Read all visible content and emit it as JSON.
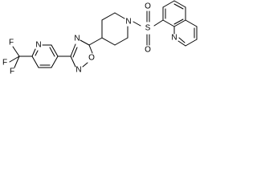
{
  "atoms": {
    "cf3_f1": "F",
    "cf3_f2": "F",
    "cf3_f3": "F",
    "pyridine_n": "N",
    "oxadiazole_o": "O",
    "oxadiazole_n1": "N",
    "oxadiazole_n2": "N",
    "piperidine_n": "N",
    "sulfonyl_s": "S",
    "sulfonyl_o1": "O",
    "sulfonyl_o2": "O",
    "quinoline_n": "N"
  },
  "colors": {
    "bond": "#000000",
    "label": "#000000",
    "background": "#ffffff"
  }
}
